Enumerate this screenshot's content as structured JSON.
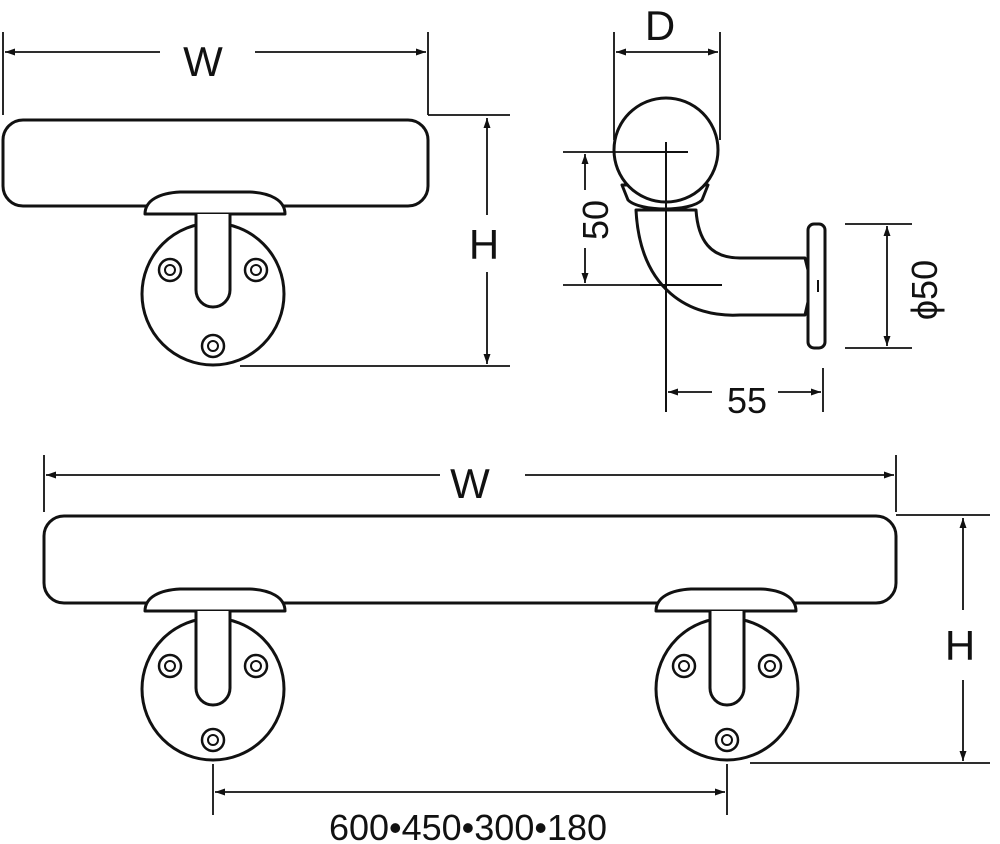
{
  "colors": {
    "line": "#111111",
    "background": "#ffffff"
  },
  "labels": {
    "top_width": "W",
    "top_height": "H",
    "side_depth": "D",
    "side_vertical": "50",
    "side_diameter": "ϕ50",
    "side_projection": "55",
    "bottom_width": "W",
    "bottom_height": "H",
    "bracket_spacing": "600•450•300•180"
  }
}
